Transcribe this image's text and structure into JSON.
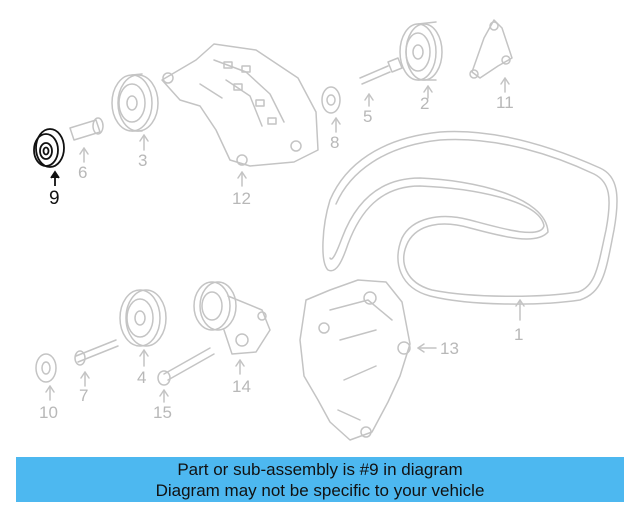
{
  "diagram": {
    "callouts": [
      {
        "id": "1",
        "label": "1",
        "highlight": false
      },
      {
        "id": "2",
        "label": "2",
        "highlight": false
      },
      {
        "id": "3",
        "label": "3",
        "highlight": false
      },
      {
        "id": "4",
        "label": "4",
        "highlight": false
      },
      {
        "id": "5",
        "label": "5",
        "highlight": false
      },
      {
        "id": "6",
        "label": "6",
        "highlight": false
      },
      {
        "id": "7",
        "label": "7",
        "highlight": false
      },
      {
        "id": "8",
        "label": "8",
        "highlight": false
      },
      {
        "id": "9",
        "label": "9",
        "highlight": true
      },
      {
        "id": "10",
        "label": "10",
        "highlight": false
      },
      {
        "id": "11",
        "label": "11",
        "highlight": false
      },
      {
        "id": "12",
        "label": "12",
        "highlight": false
      },
      {
        "id": "13",
        "label": "13",
        "highlight": false
      },
      {
        "id": "14",
        "label": "14",
        "highlight": false
      },
      {
        "id": "15",
        "label": "15",
        "highlight": false
      }
    ],
    "colors": {
      "line": "#c4c4c4",
      "highlight": "#111111",
      "banner": "#4db8f0"
    }
  },
  "banner": {
    "line1": "Part or sub-assembly is #9 in diagram",
    "line2": "Diagram may not be specific to your vehicle"
  }
}
